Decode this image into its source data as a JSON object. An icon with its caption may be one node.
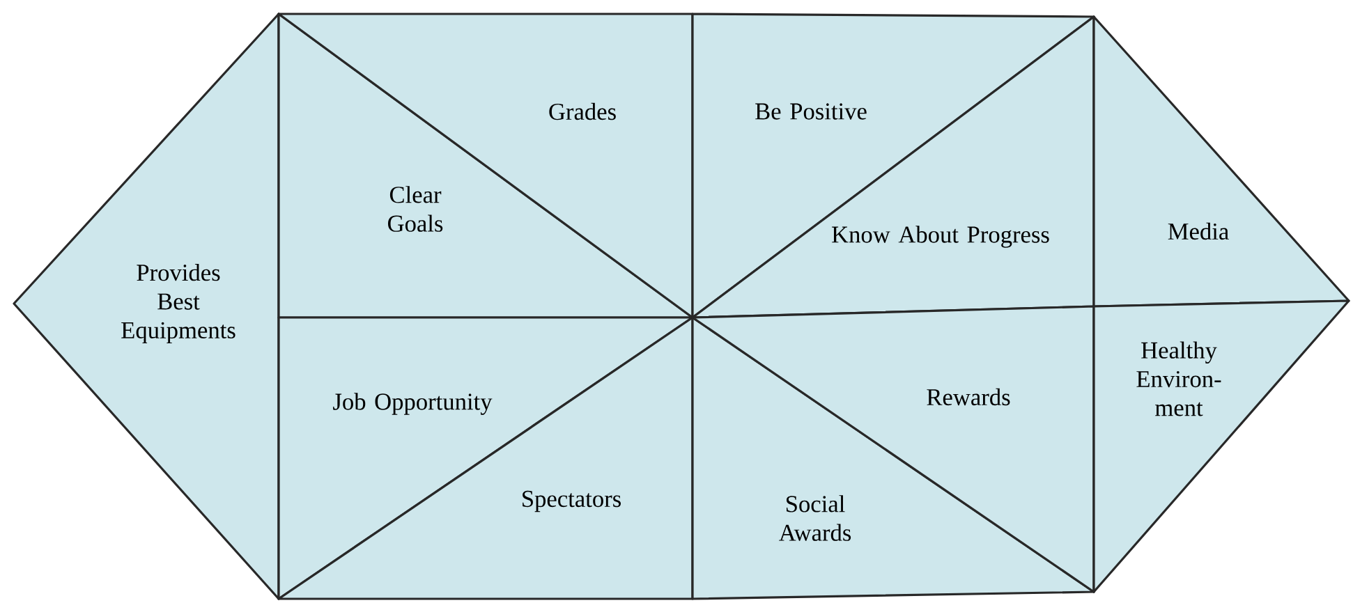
{
  "diagram": {
    "nodes": [
      {
        "text": [
          "Provides Best Equipments"
        ]
      },
      {
        "text": [
          "Clear Goals"
        ]
      },
      {
        "text": [
          "Grades"
        ]
      },
      {
        "text": [
          "Be Positive"
        ]
      },
      {
        "text": [
          "Know About Progress"
        ]
      },
      {
        "text": [
          "Media"
        ]
      },
      {
        "text": [
          "Job Opportunity"
        ]
      },
      {
        "text": [
          "Spectators"
        ]
      },
      {
        "text": [
          "Social Awards"
        ]
      },
      {
        "text": [
          "Rewards"
        ]
      },
      {
        "text": [
          "Healthy Environ-ment"
        ]
      }
    ]
  }
}
